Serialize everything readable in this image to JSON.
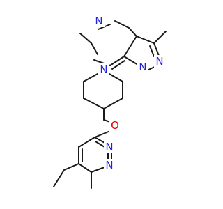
{
  "molecule": {
    "atoms": {
      "n1": "N",
      "n2": "N",
      "n3": "N",
      "n4": "N",
      "o1": "O",
      "n5": "N",
      "n6": "N"
    },
    "colors": {
      "bond": "#1a1a1a",
      "nitrogen": "#2020e0",
      "oxygen": "#e00000",
      "background": "#ffffff"
    }
  }
}
